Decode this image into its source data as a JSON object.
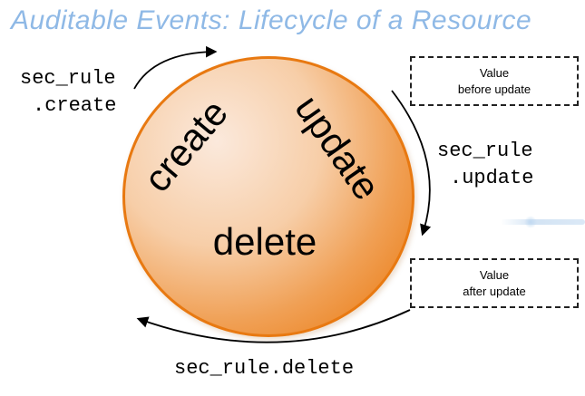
{
  "title": "Auditable Events: Lifecycle of a Resource",
  "circle": {
    "create": "create",
    "update": "update",
    "delete": "delete"
  },
  "events": {
    "create": {
      "line1": "sec_rule",
      "line2": ".create"
    },
    "update": {
      "line1": "sec_rule",
      "line2": ".update"
    },
    "delete": {
      "line1": "sec_rule.delete"
    }
  },
  "value_boxes": {
    "before": {
      "line1": "Value",
      "line2": "before update"
    },
    "after": {
      "line1": "Value",
      "line2": "after update"
    }
  },
  "colors": {
    "title_text": "#8FB9E6",
    "circle_border": "#E87911",
    "circle_gradient_light": "#FBE9DC",
    "circle_gradient_dark": "#EA7406",
    "arrow": "#000000",
    "box_border": "#222222"
  }
}
